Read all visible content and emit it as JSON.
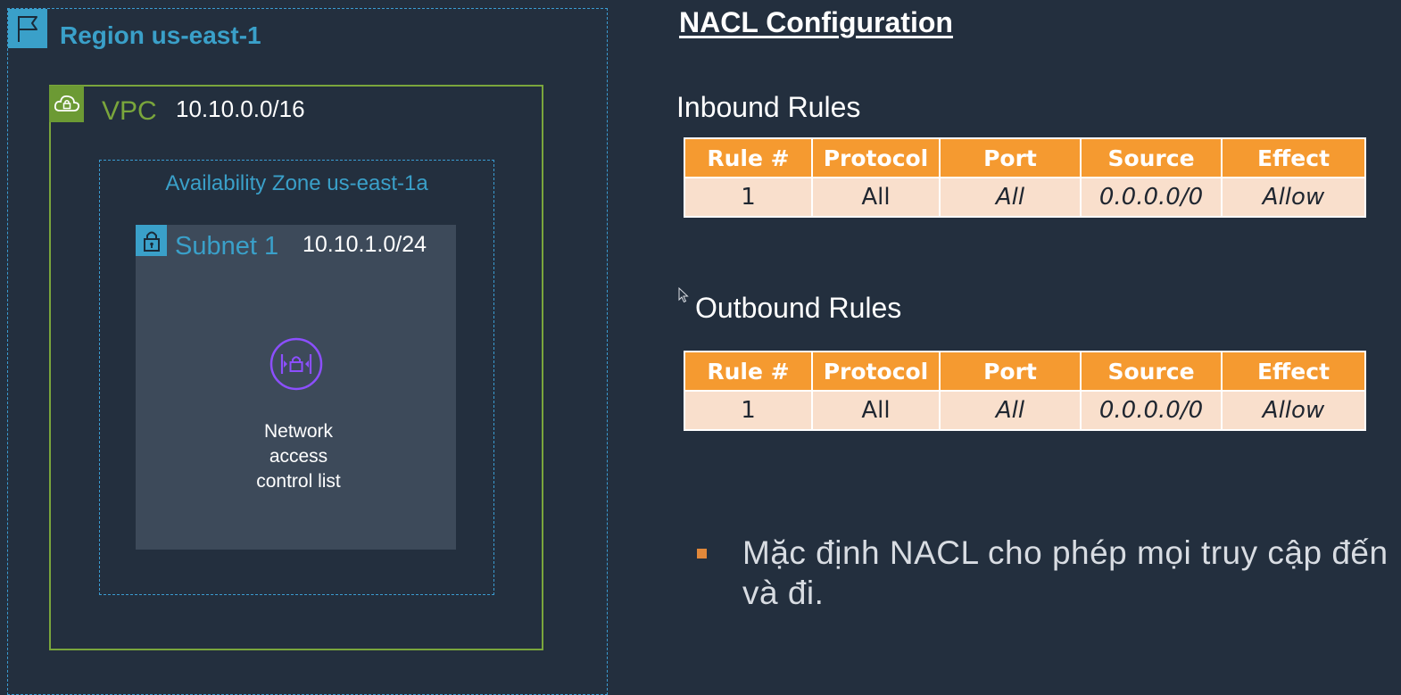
{
  "diagram": {
    "region": {
      "title": "Region us-east-1",
      "icon": "flag-icon"
    },
    "vpc": {
      "label": "VPC",
      "cidr": "10.10.0.0/16",
      "icon": "cloud-lock-icon"
    },
    "availability_zone": {
      "label": "Availability Zone us-east-1a"
    },
    "subnet": {
      "label": "Subnet 1",
      "cidr": "10.10.1.0/24",
      "icon": "padlock-icon"
    },
    "nacl": {
      "line1": "Network",
      "line2": "access",
      "line3": "control list",
      "icon": "network-acl-icon"
    }
  },
  "config": {
    "title": "NACL Configuration",
    "headers": [
      "Rule #",
      "Protocol",
      "Port",
      "Source",
      "Effect"
    ],
    "inbound": {
      "title": "Inbound Rules",
      "rows": [
        {
          "rule": "1",
          "protocol": "All",
          "port": "All",
          "source": "0.0.0.0/0",
          "effect": "Allow"
        }
      ]
    },
    "outbound": {
      "title": "Outbound Rules",
      "rows": [
        {
          "rule": "1",
          "protocol": "All",
          "port": "All",
          "source": "0.0.0.0/0",
          "effect": "Allow"
        }
      ]
    }
  },
  "note": {
    "bullet_text": "Mặc định NACL cho phép mọi truy cập đến và đi."
  },
  "colors": {
    "background": "#232f3e",
    "region_accent": "#3aa0c9",
    "vpc_accent": "#7aa63c",
    "table_header": "#f59a30",
    "table_cell": "#f9dfcc",
    "nacl_icon": "#8c4fff",
    "bullet": "#e1883a"
  }
}
